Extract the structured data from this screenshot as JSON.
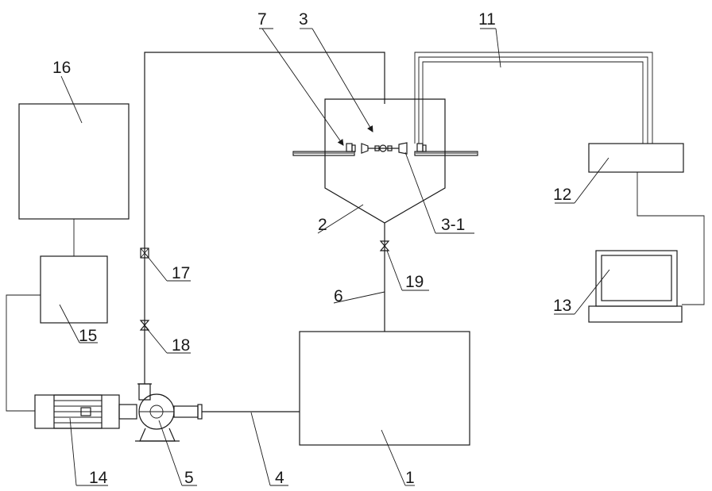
{
  "labels": {
    "l1": "1",
    "l2": "2",
    "l3": "3",
    "l3_1": "3-1",
    "l4": "4",
    "l5": "5",
    "l6": "6",
    "l7": "7",
    "l11": "11",
    "l12": "12",
    "l13": "13",
    "l14": "14",
    "l15": "15",
    "l16": "16",
    "l17": "17",
    "l18": "18",
    "l19": "19"
  }
}
